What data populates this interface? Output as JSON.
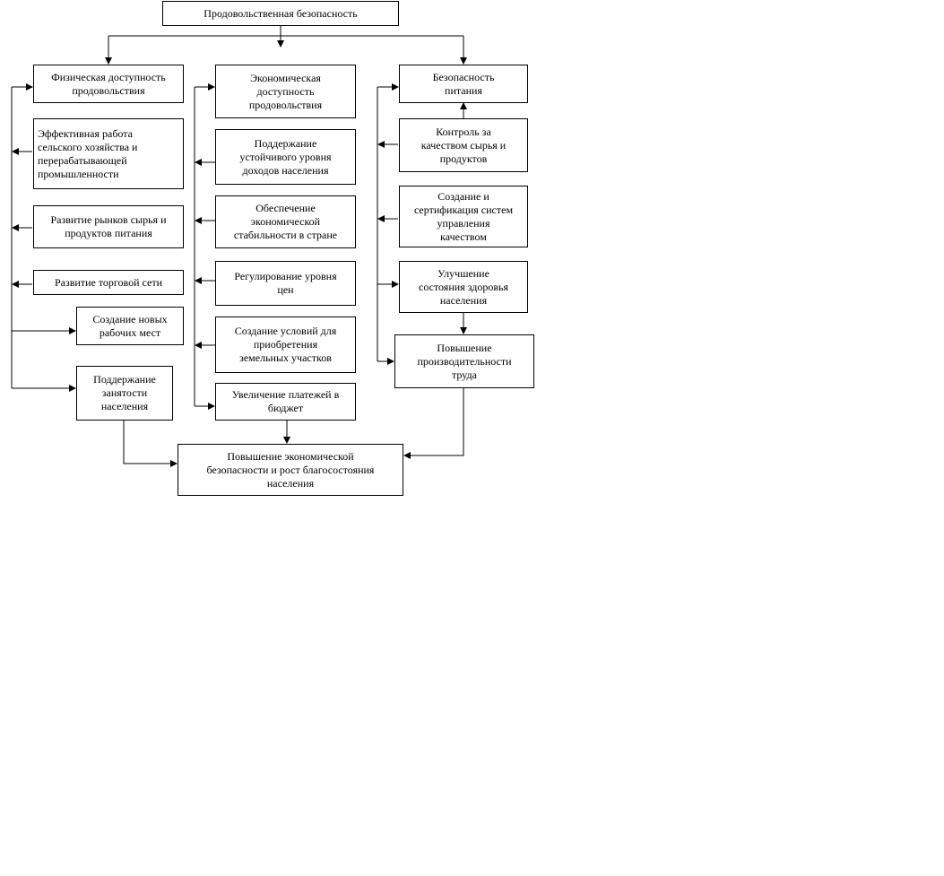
{
  "diagram": {
    "root": "Продовольственная безопасность",
    "col1": {
      "head": "Физическая доступность\nпродовольствия",
      "items": [
        "Эффективная работа\nсельского хозяйства и\nперерабатывающей\nпромышленности",
        "Развитие рынков сырья и\nпродуктов питания",
        "Развитие торговой сети",
        "Создание новых\nрабочих мест",
        "Поддержание\nзанятости\nнаселения"
      ]
    },
    "col2": {
      "head": "Экономическая\nдоступность\nпродовольствия",
      "items": [
        "Поддержание\nустойчивого уровня\nдоходов населения",
        "Обеспечение\nэкономической\nстабильности в стране",
        "Регулирование уровня\nцен",
        "Создание условий для\nприобретения\nземельных участков",
        "Увеличение платежей в\nбюджет"
      ]
    },
    "col3": {
      "head": "Безопасность\nпитания",
      "items": [
        "Контроль за\nкачеством сырья и\nпродуктов",
        "Создание и\nсертификация систем\nуправления\nкачеством",
        "Улучшение\nсостояния здоровья\nнаселения",
        "Повышение\nпроизводительности\nтруда"
      ]
    },
    "outcome": "Повышение экономической\nбезопасности и рост благосостояния\nнаселения"
  }
}
